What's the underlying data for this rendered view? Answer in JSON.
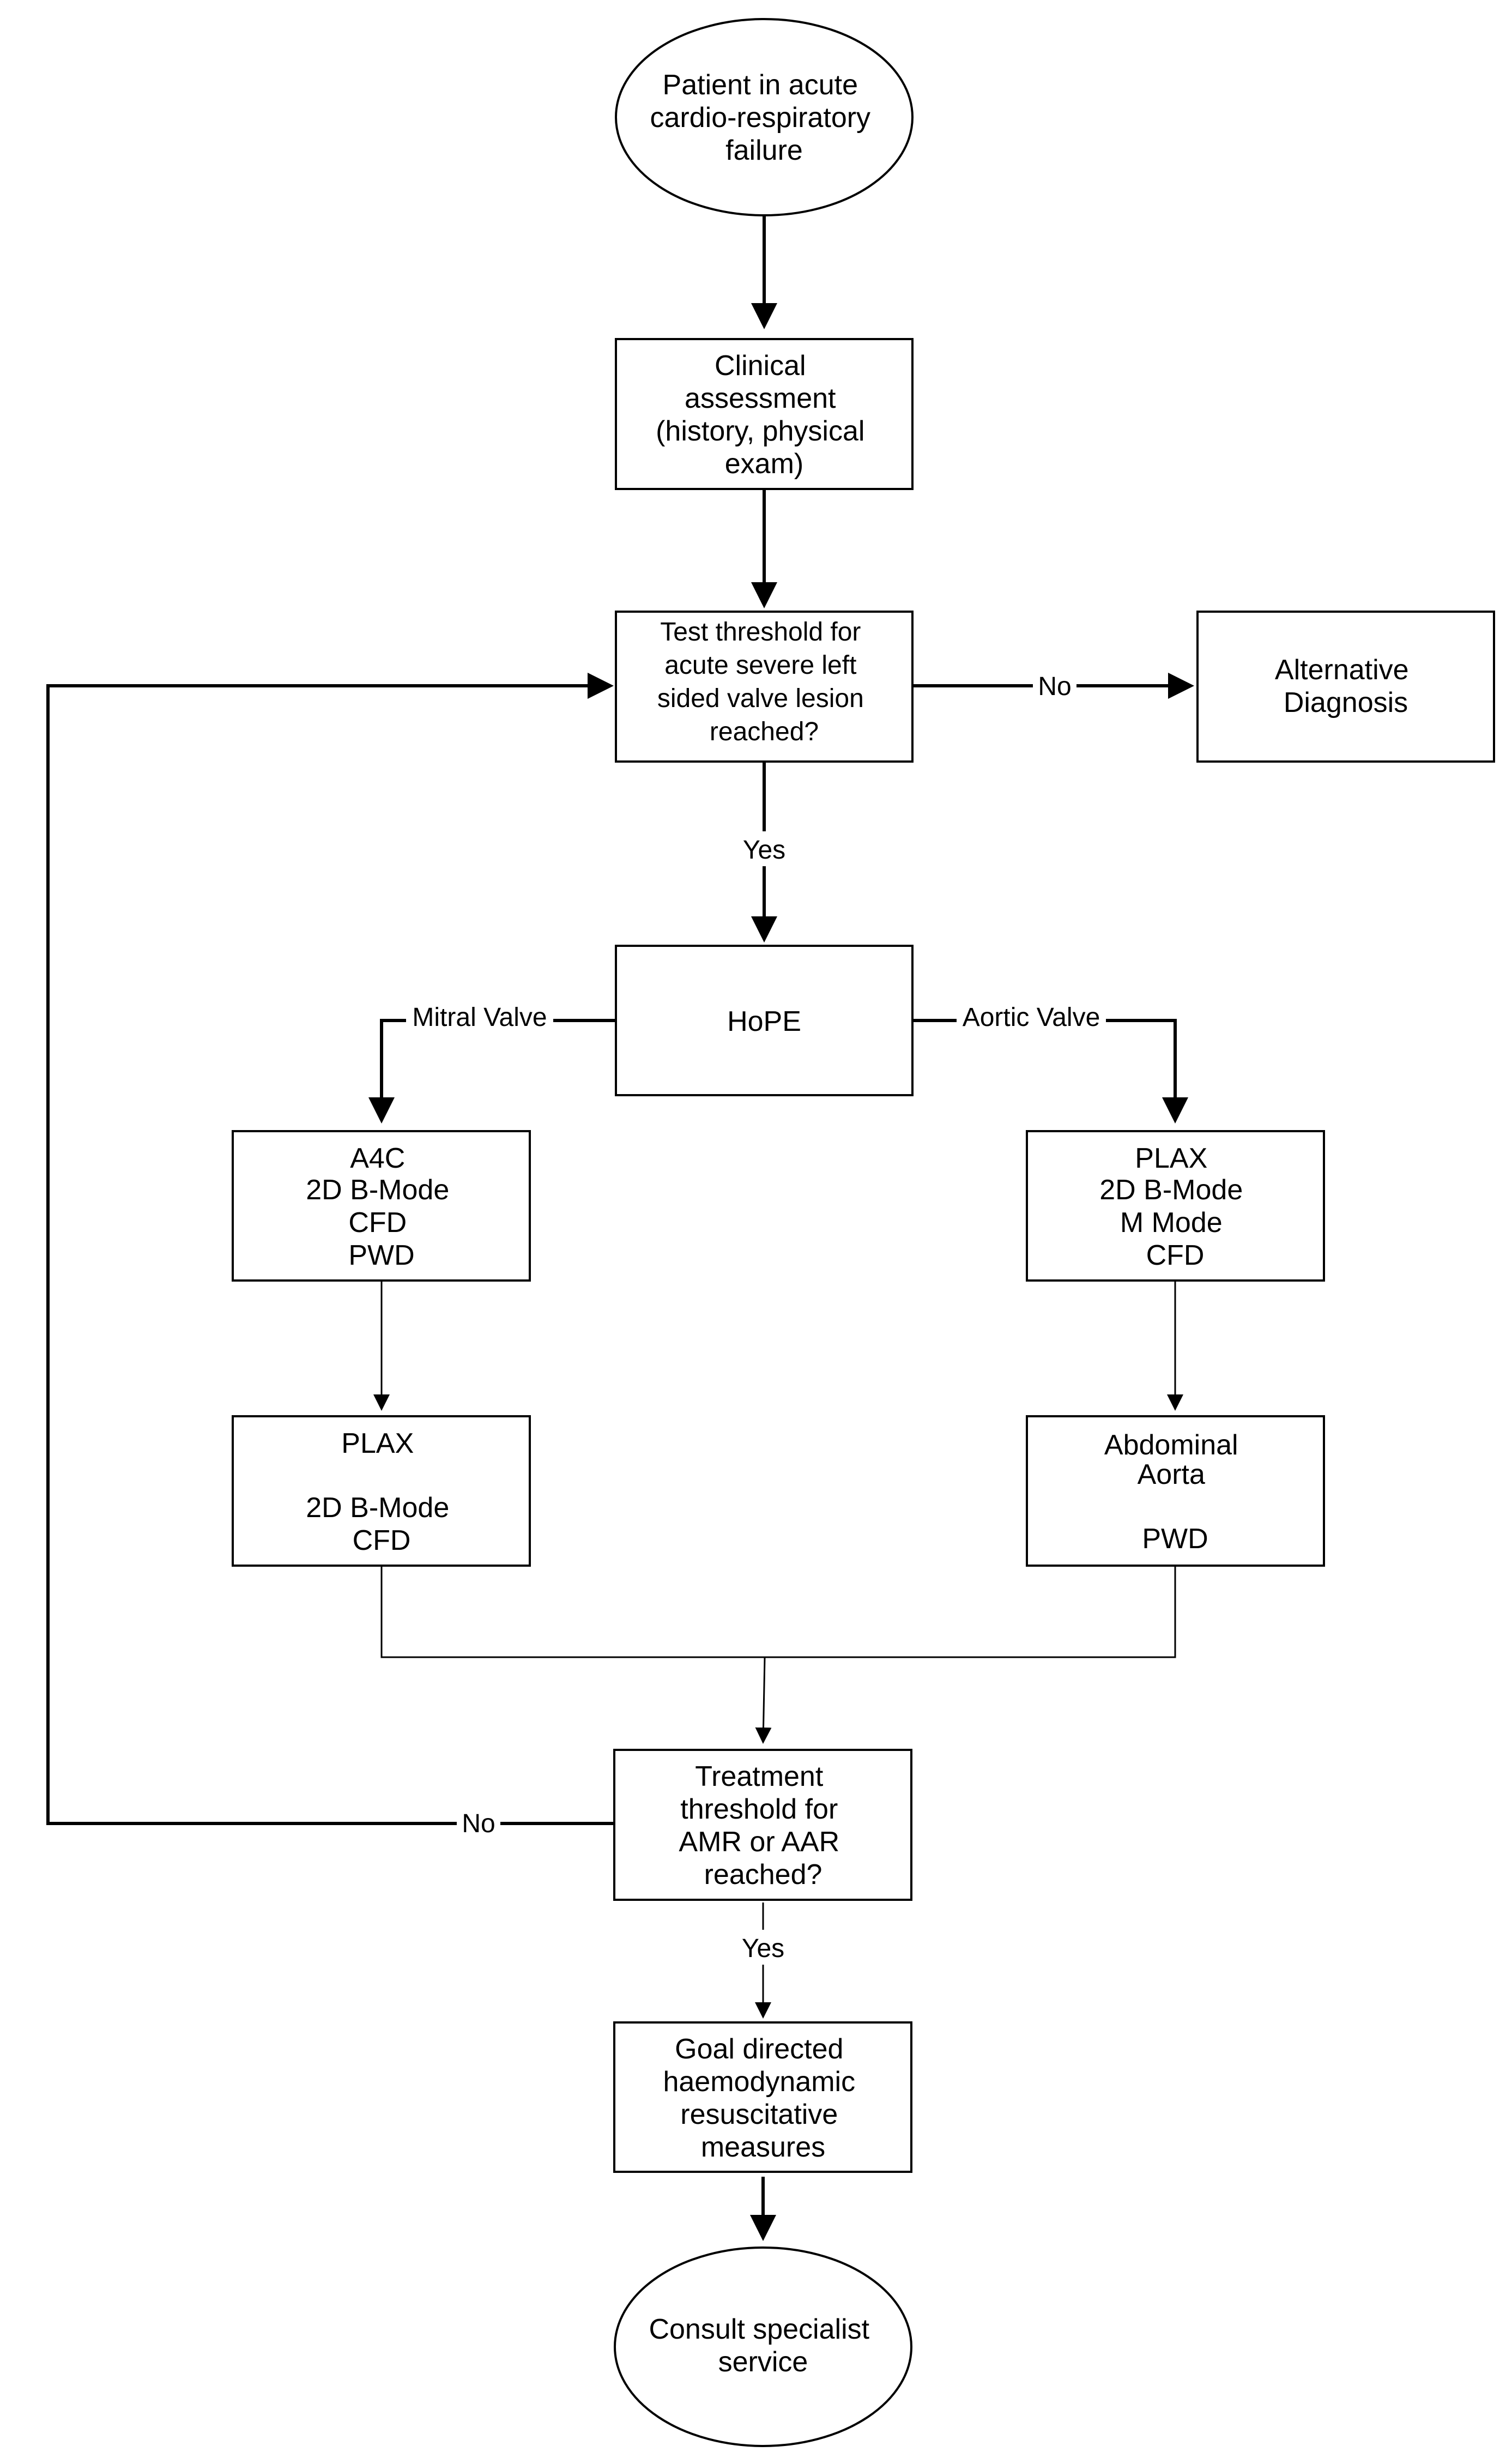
{
  "nodes": {
    "start": {
      "lines": [
        "Patient in acute",
        "cardio-respiratory",
        "failure"
      ]
    },
    "clinical": {
      "lines": [
        "Clinical",
        "assessment",
        "(history, physical",
        "exam)"
      ]
    },
    "test": {
      "lines": [
        "Test threshold for",
        "acute severe left",
        "sided valve lesion",
        "reached?"
      ]
    },
    "alternative": {
      "lines": [
        "Alternative",
        "Diagnosis"
      ]
    },
    "hope": {
      "lines": [
        "HoPE"
      ]
    },
    "a4c": {
      "title": "A4C",
      "lines": [
        "2D B-Mode",
        "CFD",
        "PWD"
      ]
    },
    "plax_aortic": {
      "title": "PLAX",
      "lines": [
        "2D B-Mode",
        "M Mode",
        "CFD"
      ]
    },
    "plax_mitral": {
      "title": "PLAX",
      "lines": [
        "",
        "2D B-Mode",
        "CFD"
      ]
    },
    "abdominal": {
      "title_lines": [
        "Abdominal",
        "Aorta"
      ],
      "lines": [
        "",
        "PWD"
      ]
    },
    "treatment": {
      "lines": [
        "Treatment",
        "threshold for",
        "AMR or AAR",
        "reached?"
      ]
    },
    "goal": {
      "lines": [
        "Goal directed",
        "haemodynamic",
        "resuscitative",
        "measures"
      ]
    },
    "consult": {
      "lines": [
        "Consult specialist",
        "service"
      ]
    }
  },
  "edge_labels": {
    "test_no": "No",
    "test_yes": "Yes",
    "mitral": "Mitral Valve",
    "aortic": "Aortic Valve",
    "treatment_no": "No",
    "treatment_yes": "Yes"
  }
}
